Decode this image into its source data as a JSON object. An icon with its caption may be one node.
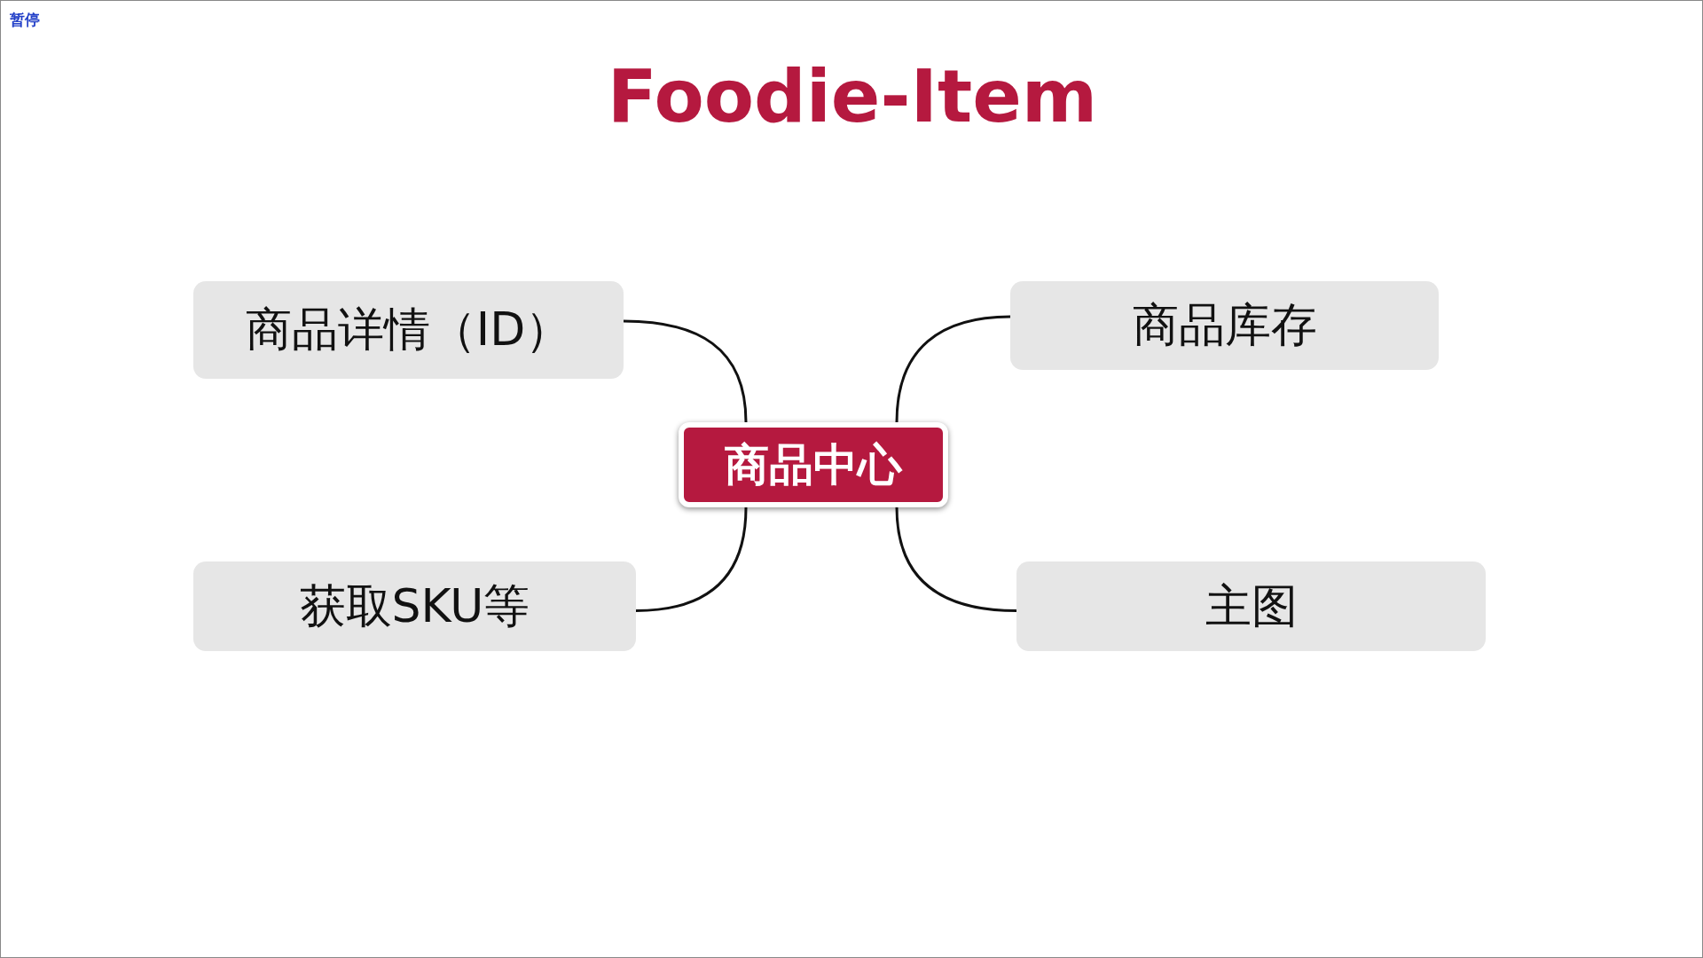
{
  "diagram": {
    "title": "Foodie-Item",
    "nodes": [
      {
        "text": [
          "商品中心"
        ]
      },
      {
        "text": [
          "商品详情（ID）"
        ]
      },
      {
        "text": [
          "商品库存"
        ]
      },
      {
        "text": [
          "获取SKU等"
        ]
      },
      {
        "text": [
          "主图"
        ]
      }
    ],
    "edges": [
      {
        "from": 0,
        "to": 1,
        "arrow": "none"
      },
      {
        "from": 0,
        "to": 2,
        "arrow": "none"
      },
      {
        "from": 0,
        "to": 3,
        "arrow": "none"
      },
      {
        "from": 0,
        "to": 4,
        "arrow": "none"
      }
    ],
    "labels": [
      "暂停"
    ]
  }
}
